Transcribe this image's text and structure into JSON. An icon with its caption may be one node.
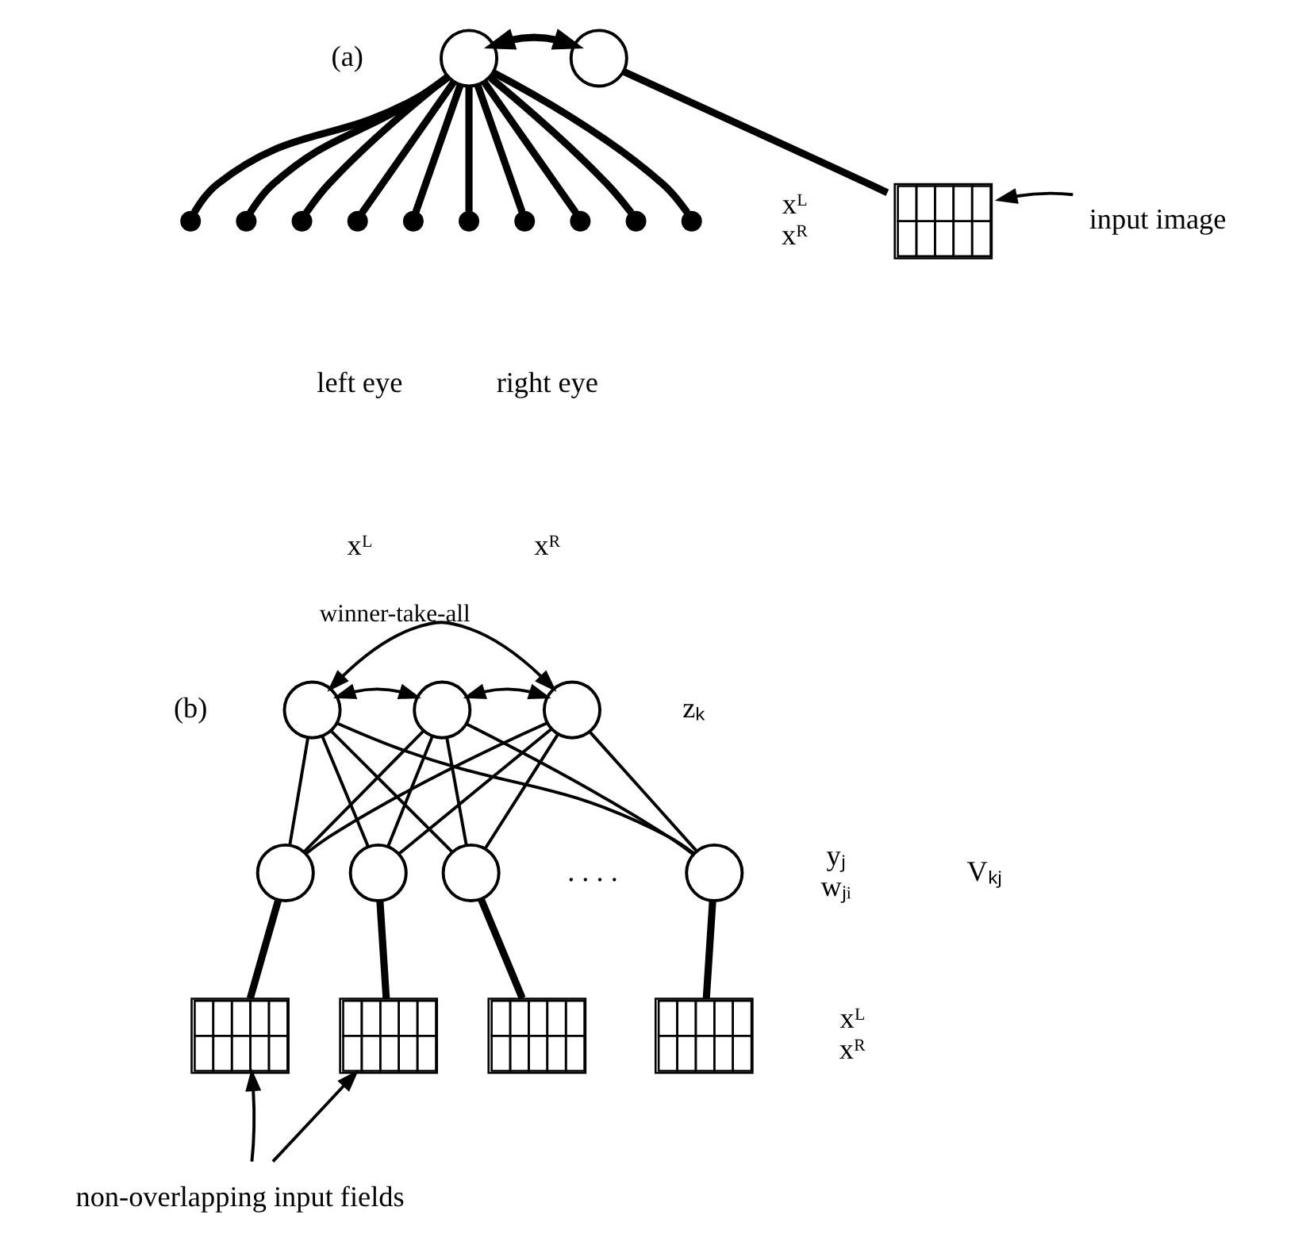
{
  "diagram": {
    "nodes": [
      {
        "text": [],
        "shape": "circle"
      },
      {
        "text": [],
        "shape": "dot"
      },
      {
        "text": [],
        "shape": "dot"
      },
      {
        "text": [],
        "shape": "dot"
      },
      {
        "text": [],
        "shape": "dot"
      },
      {
        "text": [],
        "shape": "dot"
      },
      {
        "text": [],
        "shape": "dot"
      },
      {
        "text": [],
        "shape": "dot"
      },
      {
        "text": [],
        "shape": "dot"
      },
      {
        "text": [],
        "shape": "dot"
      },
      {
        "text": [],
        "shape": "dot"
      },
      {
        "text": [],
        "shape": "circle"
      },
      {
        "text": [],
        "shape": "grid",
        "beside": [
          "xᴸ",
          "xᴿ"
        ]
      },
      {
        "text": [
          "input image"
        ]
      },
      {
        "text": [],
        "shape": "circle"
      },
      {
        "text": [],
        "shape": "circle"
      },
      {
        "text": [],
        "shape": "circle",
        "beside": [
          "zₖ"
        ]
      },
      {
        "text": [],
        "shape": "circle"
      },
      {
        "text": [],
        "shape": "circle"
      },
      {
        "text": [],
        "shape": "circle"
      },
      {
        "text": [],
        "shape": "circle",
        "beside": [
          "yⱼ",
          "wⱼᵢ"
        ]
      },
      {
        "text": [],
        "shape": "grid"
      },
      {
        "text": [],
        "shape": "grid"
      },
      {
        "text": [],
        "shape": "grid"
      },
      {
        "text": [],
        "shape": "grid",
        "beside": [
          "xᴸ",
          "xᴿ"
        ]
      },
      {
        "text": [
          "non-overlapping input fields"
        ]
      }
    ],
    "edges": [
      {
        "from": 0,
        "to": 1,
        "arrow": "none",
        "style": "thick"
      },
      {
        "from": 0,
        "to": 2,
        "arrow": "none",
        "style": "thick"
      },
      {
        "from": 0,
        "to": 3,
        "arrow": "none",
        "style": "thick"
      },
      {
        "from": 0,
        "to": 4,
        "arrow": "none",
        "style": "thick"
      },
      {
        "from": 0,
        "to": 5,
        "arrow": "none",
        "style": "thick"
      },
      {
        "from": 0,
        "to": 6,
        "arrow": "none",
        "style": "thick"
      },
      {
        "from": 0,
        "to": 7,
        "arrow": "none",
        "style": "thick"
      },
      {
        "from": 0,
        "to": 8,
        "arrow": "none",
        "style": "thick"
      },
      {
        "from": 0,
        "to": 9,
        "arrow": "none",
        "style": "thick"
      },
      {
        "from": 0,
        "to": 10,
        "arrow": "none",
        "style": "thick"
      },
      {
        "from": 0,
        "to": 11,
        "arrow": "both",
        "style": "thick"
      },
      {
        "from": 11,
        "to": 12,
        "arrow": "none",
        "style": "thick"
      },
      {
        "from": 13,
        "to": 12,
        "arrow": "to"
      },
      {
        "from": 14,
        "to": 15,
        "arrow": "both"
      },
      {
        "from": 15,
        "to": 16,
        "arrow": "both"
      },
      {
        "from": 14,
        "to": 16,
        "arrow": "both",
        "label": "winner-take-all"
      },
      {
        "from": 14,
        "to": 17,
        "arrow": "none"
      },
      {
        "from": 14,
        "to": 18,
        "arrow": "none"
      },
      {
        "from": 14,
        "to": 19,
        "arrow": "none"
      },
      {
        "from": 14,
        "to": 20,
        "arrow": "none"
      },
      {
        "from": 15,
        "to": 17,
        "arrow": "none"
      },
      {
        "from": 15,
        "to": 18,
        "arrow": "none"
      },
      {
        "from": 15,
        "to": 19,
        "arrow": "none"
      },
      {
        "from": 15,
        "to": 20,
        "arrow": "none"
      },
      {
        "from": 16,
        "to": 17,
        "arrow": "none"
      },
      {
        "from": 16,
        "to": 18,
        "arrow": "none"
      },
      {
        "from": 16,
        "to": 19,
        "arrow": "none"
      },
      {
        "from": 16,
        "to": 20,
        "arrow": "none"
      },
      {
        "from": 17,
        "to": 21,
        "arrow": "none",
        "style": "thick"
      },
      {
        "from": 18,
        "to": 22,
        "arrow": "none",
        "style": "thick"
      },
      {
        "from": 19,
        "to": 23,
        "arrow": "none",
        "style": "thick"
      },
      {
        "from": 20,
        "to": 24,
        "arrow": "none",
        "style": "thick"
      },
      {
        "from": 25,
        "to": 21,
        "arrow": "to"
      },
      {
        "from": 25,
        "to": 22,
        "arrow": "to"
      }
    ],
    "labels": [
      "(a)",
      "left eye",
      "xᴸ",
      "right eye",
      "xᴿ",
      "(b)",
      "Vₖⱼ",
      ". . . ."
    ]
  }
}
